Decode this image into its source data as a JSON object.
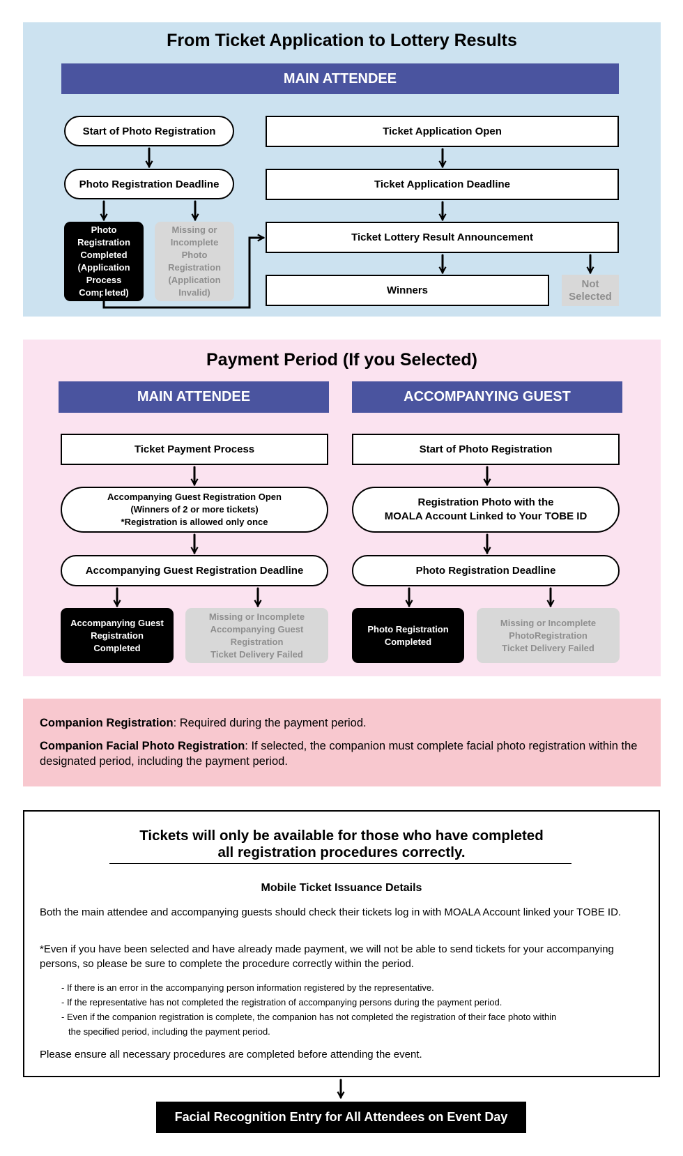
{
  "section1": {
    "title": "From Ticket Application to Lottery Results",
    "header": "MAIN ATTENDEE",
    "start_photo": "Start of Photo Registration",
    "photo_deadline": "Photo Registration Deadline",
    "photo_completed": "Photo\nRegistration\nCompleted\n(Application\nProcess\nCompleted)",
    "photo_missing": "Missing or\nIncomplete\nPhoto\nRegistration\n(Application\nInvalid)",
    "app_open": "Ticket Application Open",
    "app_deadline": "Ticket Application Deadline",
    "lottery": "Ticket Lottery Result Announcement",
    "winners": "Winners",
    "not_selected": "Not\nSelected"
  },
  "section2": {
    "title": "Payment Period (If you Selected)",
    "main_header": "MAIN ATTENDEE",
    "guest_header": "ACCOMPANYING GUEST",
    "payment_process": "Ticket Payment Process",
    "guest_reg_open": "Accompanying Guest Registration Open\n(Winners of 2 or more tickets)\n*Registration is allowed only once",
    "guest_reg_deadline": "Accompanying Guest Registration Deadline",
    "guest_reg_completed": "Accompanying Guest\nRegistration\nCompleted",
    "guest_reg_missing": "Missing or Incomplete\nAccompanying Guest\nRegistration\nTicket Delivery Failed",
    "guest_start_photo": "Start of Photo Registration",
    "guest_reg_photo": "Registration Photo with the\nMOALA Account Linked to Your TOBE ID",
    "guest_photo_deadline": "Photo Registration Deadline",
    "guest_photo_completed": "Photo Registration\nCompleted",
    "guest_photo_missing": "Missing or Incomplete\nPhotoRegistration\nTicket Delivery Failed"
  },
  "notes": {
    "companion_reg_label": "Companion Registration",
    "companion_reg_text": ": Required during  the payment period.",
    "companion_photo_label": "Companion Facial Photo Registration",
    "companion_photo_text": ": If selected, the companion must complete facial photo registration within the designated period, including the payment period."
  },
  "info": {
    "headline_1": "Tickets will only be available for those  who have completed",
    "headline_2": "all registration procedures correctly.",
    "subheading": "Mobile Ticket Issuance Details",
    "para1": "Both the main attendee and  accompanying guests should check their tickets log in with MOALA Account linked your TOBE ID.",
    "para2": "*Even if you have been selected and have already made payment, we will not be able to send tickets for your accompanying persons, so please be sure to complete the procedure correctly within the period.",
    "bullet1": "- If there is an error in the accompanying person information registered by the representative.",
    "bullet2": "- If the representative has not completed the registration of accompanying persons during the payment period.",
    "bullet3a": "- Even if the companion registration is complete, the companion has not completed the registration of their face photo within",
    "bullet3b": "the specified period, including the payment period.",
    "closing": "Please ensure all necessary procedures are completed before attending the event."
  },
  "footer": {
    "label": "Facial Recognition Entry for All Attendees on Event Day"
  },
  "colors": {
    "section1_bg": "#cce2f0",
    "section2_bg": "#fbe3f0",
    "notes_bg": "#f8c8cf",
    "header_band": "#4a549f",
    "grey_box": "#d8d8d8",
    "grey_text": "#8e8e8e"
  }
}
